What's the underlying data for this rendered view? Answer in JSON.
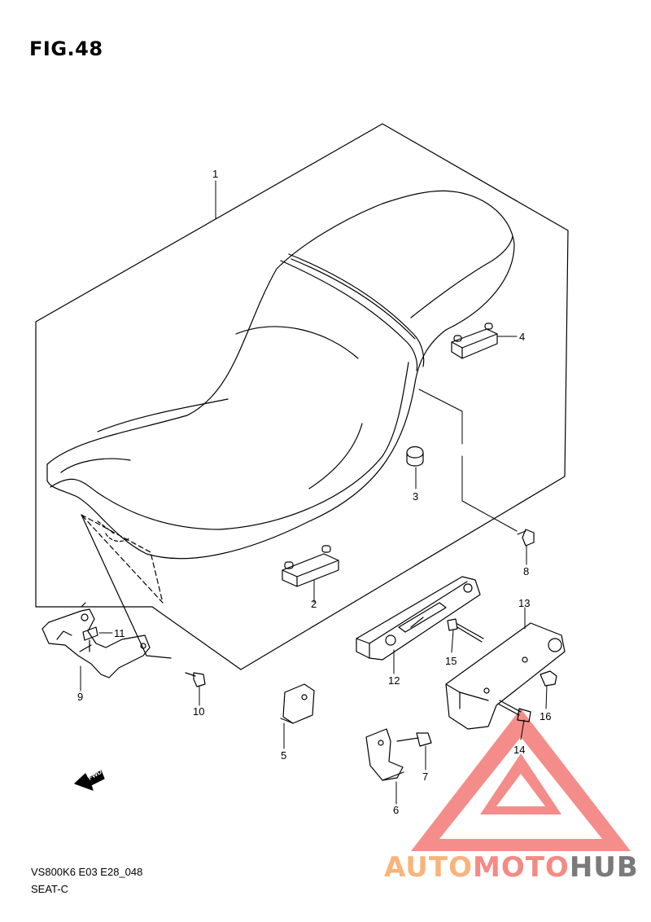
{
  "figure": {
    "title": "FIG.48",
    "code": "VS800K6 E03 E28_048",
    "name": "SEAT-C"
  },
  "callouts": [
    {
      "number": "1"
    },
    {
      "number": "2"
    },
    {
      "number": "3"
    },
    {
      "number": "4"
    },
    {
      "number": "5"
    },
    {
      "number": "6"
    },
    {
      "number": "7"
    },
    {
      "number": "8"
    },
    {
      "number": "9"
    },
    {
      "number": "10"
    },
    {
      "number": "11"
    },
    {
      "number": "12"
    },
    {
      "number": "13"
    },
    {
      "number": "14"
    },
    {
      "number": "15"
    },
    {
      "number": "16"
    }
  ],
  "direction_marker": {
    "label": "FWD"
  },
  "watermark": {
    "part_auto": "AUTO",
    "part_moto": "MOTO",
    "part_hub": "HUB",
    "colors": {
      "auto": "#fbb37a",
      "moto": "#f58a85",
      "hub": "#7a7a7a",
      "logo": "#f06e6e"
    }
  }
}
